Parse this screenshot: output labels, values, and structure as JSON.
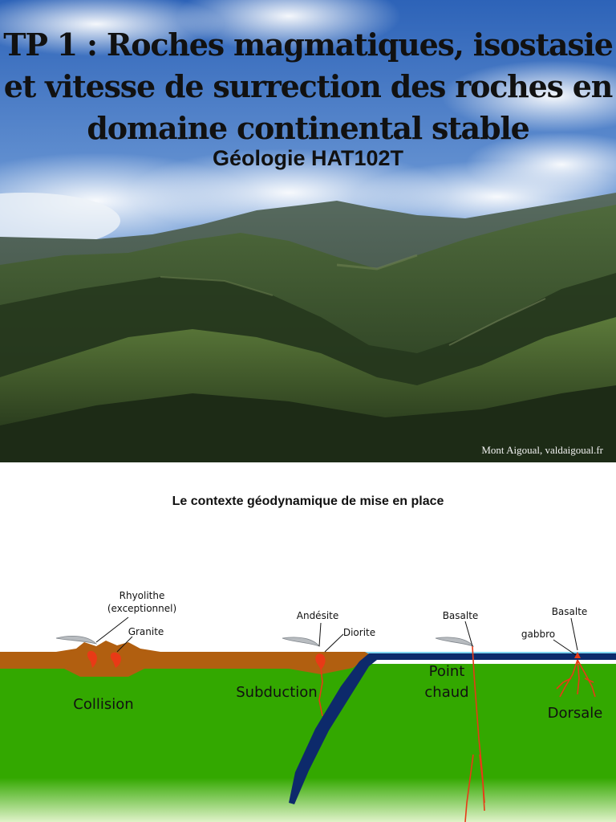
{
  "header": {
    "title_lines": [
      "TP 1 : Roches magmatiques, isostasie",
      "et vitesse de surrection des roches en",
      "domaine continental stable"
    ],
    "subtitle": "Géologie HAT102T",
    "photo_credit": "Mont Aigoual, valdaigoual.fr"
  },
  "diagram": {
    "title": "Le contexte géodynamique de mise en place",
    "settings": [
      {
        "name": "Collision",
        "rocks": [
          "Rhyolithe",
          "(exceptionnel)",
          "Granite"
        ]
      },
      {
        "name": "Subduction",
        "rocks": [
          "Andésite",
          "Diorite"
        ]
      },
      {
        "name_lines": [
          "Point",
          "chaud"
        ],
        "rocks": [
          "Basalte"
        ]
      },
      {
        "name": "Dorsale",
        "rocks": [
          "Basalte",
          "gabbro"
        ]
      }
    ],
    "colors": {
      "mantle": "#33a800",
      "continental_crust": "#b15f10",
      "oceanic_crust": "#0d2a6b",
      "ocean": "#7fd4f0",
      "magma": "#e83a16"
    }
  }
}
